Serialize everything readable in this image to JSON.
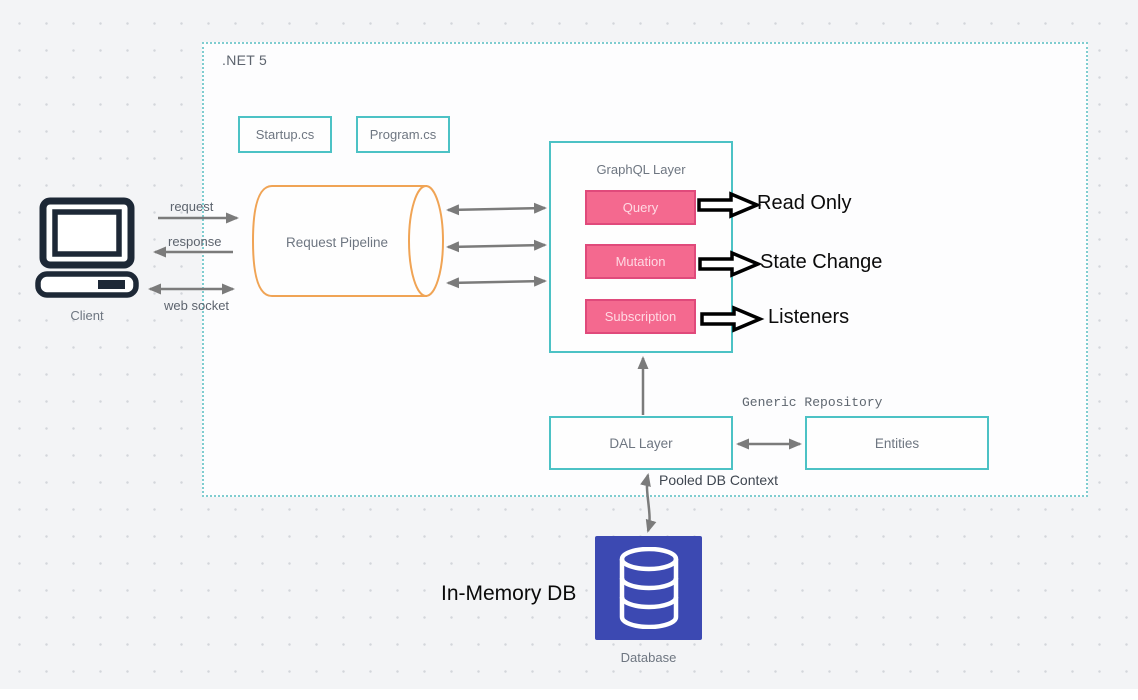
{
  "net5": {
    "label": ".NET 5"
  },
  "files": {
    "startup": "Startup.cs",
    "program": "Program.cs"
  },
  "client": {
    "label": "Client"
  },
  "connections": {
    "request": "request",
    "response": "response",
    "web_socket": "web socket",
    "generic_repository": "Generic Repository",
    "pooled_db_context": "Pooled DB Context"
  },
  "pipeline": {
    "label": "Request Pipeline"
  },
  "graphql": {
    "title": "GraphQL Layer",
    "operations": [
      {
        "label": "Query",
        "annotation": "Read Only"
      },
      {
        "label": "Mutation",
        "annotation": "State Change"
      },
      {
        "label": "Subscription",
        "annotation": "Listeners"
      }
    ]
  },
  "dal": {
    "label": "DAL Layer"
  },
  "entities": {
    "label": "Entities"
  },
  "database": {
    "label": "Database",
    "annotation": "In-Memory DB"
  },
  "icons": {
    "client": "laptop-icon",
    "database": "database-cylinder-icon"
  },
  "colors": {
    "teal_border": "#4cc2c5",
    "net5_dotted_border": "#7fcdd0",
    "orange_cylinder": "#f0a455",
    "pink_fill": "#f4698f",
    "pink_border": "#e04a7b",
    "indigo_database": "#3c49b2",
    "arrow_gray": "#7b7b7b",
    "label_gray": "#6e7681",
    "annotation_black": "#0b0b0b"
  }
}
